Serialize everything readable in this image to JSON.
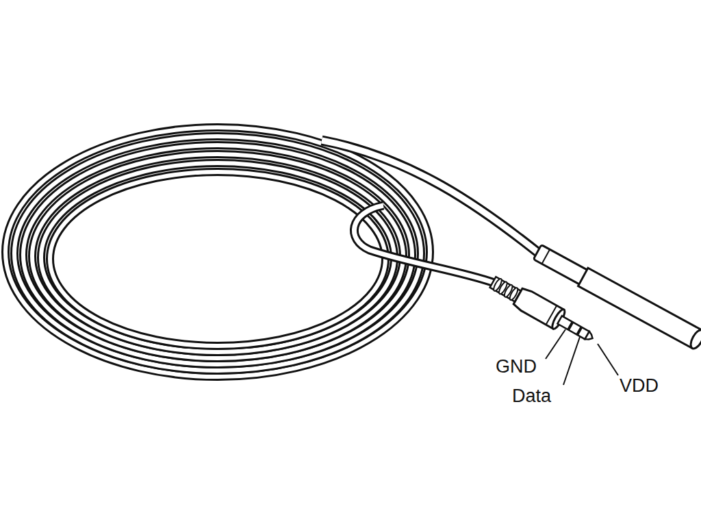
{
  "diagram": {
    "labels": [
      "GND",
      "Data",
      "VDD"
    ]
  }
}
